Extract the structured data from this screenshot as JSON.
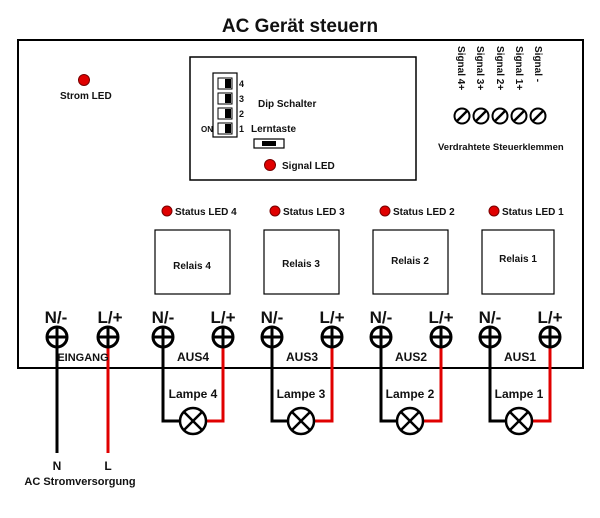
{
  "title": "AC Gerät steuern",
  "strom_led": "Strom LED",
  "dip": {
    "label": "Dip Schalter",
    "numbers": [
      "4",
      "3",
      "2",
      "1"
    ],
    "on_label": "ON",
    "lerntaste": "Lerntaste",
    "signal_led": "Signal LED"
  },
  "terminals": {
    "labels": [
      "Signal 4+",
      "Signal 3+",
      "Signal 2+",
      "Signal 1+",
      "Signal -"
    ],
    "caption": "Verdrahtete Steuerklemmen"
  },
  "status_leds": [
    "Status LED 4",
    "Status LED 3",
    "Status LED 2",
    "Status LED 1"
  ],
  "relays": [
    "Relais 4",
    "Relais 3",
    "Relais 2",
    "Relais 1"
  ],
  "terminal_n": "N/-",
  "terminal_l": "L/+",
  "outputs": [
    "AUS4",
    "AUS3",
    "AUS2",
    "AUS1"
  ],
  "eingang": "EINGANG",
  "lamps": [
    "Lampe 4",
    "Lampe 3",
    "Lampe 2",
    "Lampe 1"
  ],
  "supply": {
    "n": "N",
    "l": "L",
    "caption": "AC Stromversorgung"
  },
  "colors": {
    "led": "#e00000",
    "wire_live": "#e00000",
    "wire_neutral": "#000000"
  }
}
